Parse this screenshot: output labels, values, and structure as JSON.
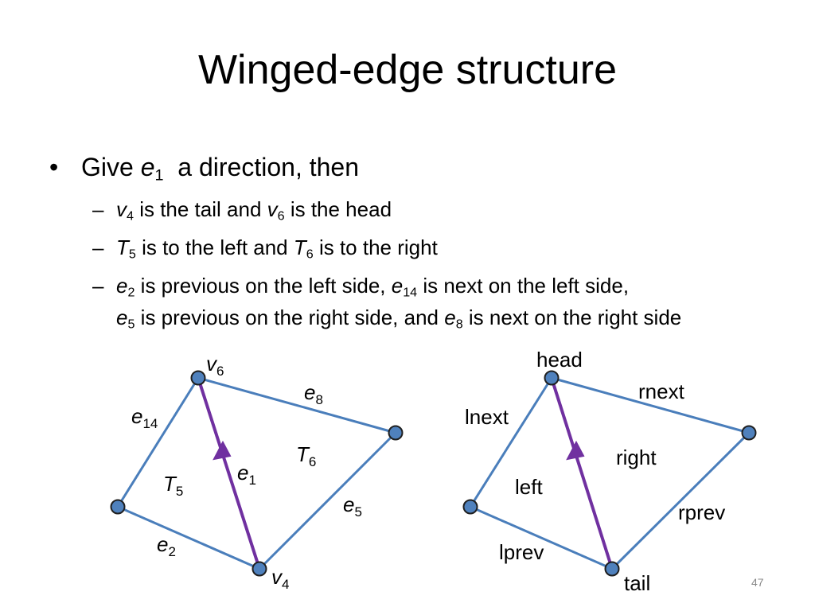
{
  "title": "Winged-edge structure",
  "bullet_symbol": "•",
  "dash_symbol": "–",
  "bullet1": {
    "pre": "Give ",
    "var": "e",
    "sub": "1",
    "post": "  a direction, then"
  },
  "sub_bullets": {
    "line1": {
      "v1": "v",
      "s1": "4",
      "t1": " is the tail and ",
      "v2": "v",
      "s2": "6",
      "t2": " is the head"
    },
    "line2": {
      "v1": "T",
      "s1": "5",
      "t1": " is to the left and ",
      "v2": "T",
      "s2": "6",
      "t2": " is to the right"
    },
    "line3a": {
      "v1": "e",
      "s1": "2",
      "t1": " is previous on the left side, ",
      "v2": "e",
      "s2": "14",
      "t2": " is next on the left side,"
    },
    "line3b": {
      "v1": "e",
      "s1": "5",
      "t1": " is previous on the right side, and ",
      "v2": "e",
      "s2": "8",
      "t2": " is next on the right side"
    }
  },
  "diagram_left": {
    "v6": {
      "v": "v",
      "s": "6"
    },
    "v4": {
      "v": "v",
      "s": "4"
    },
    "e8": {
      "v": "e",
      "s": "8"
    },
    "e14": {
      "v": "e",
      "s": "14"
    },
    "e1": {
      "v": "e",
      "s": "1"
    },
    "e5": {
      "v": "e",
      "s": "5"
    },
    "e2": {
      "v": "e",
      "s": "2"
    },
    "T5": {
      "v": "T",
      "s": "5"
    },
    "T6": {
      "v": "T",
      "s": "6"
    }
  },
  "diagram_right": {
    "head": "head",
    "tail": "tail",
    "rnext": "rnext",
    "lnext": "lnext",
    "right": "right",
    "left": "left",
    "rprev": "rprev",
    "lprev": "lprev"
  },
  "page_number": "47",
  "colors": {
    "edge": "#4a7ebb",
    "directed_edge": "#7030a0",
    "vertex_fill": "#4f81bd",
    "vertex_stroke": "#1f1f1f"
  }
}
